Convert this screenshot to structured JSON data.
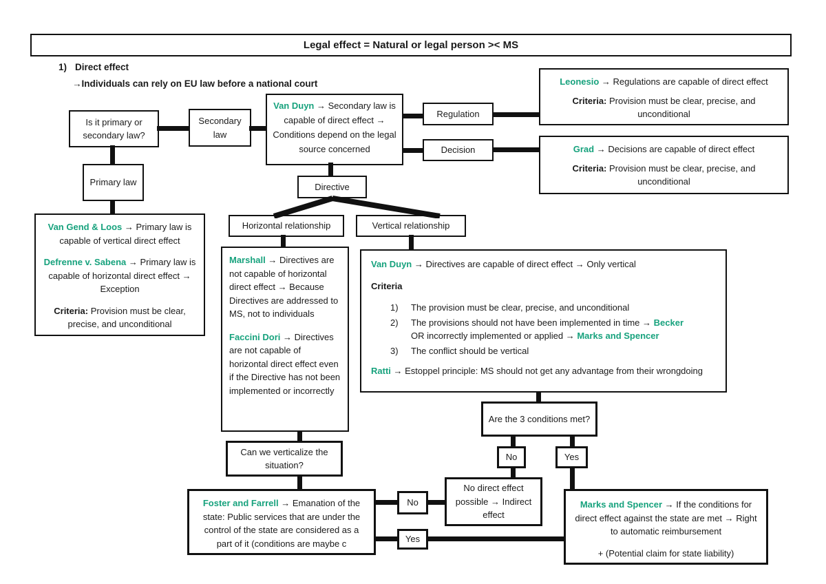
{
  "colors": {
    "accent": "#17a27d",
    "line": "#111111"
  },
  "title": "Legal effect = Natural or legal person >< MS",
  "heading": {
    "number": "1)",
    "label": "Direct effect",
    "subtitle": "→Individuals can rely on EU law before a national court"
  },
  "nodes": {
    "primary_question": "Is it primary or secondary law?",
    "secondary_law": "Secondary law",
    "primary_law": "Primary law",
    "regulation": "Regulation",
    "decision": "Decision",
    "directive": "Directive",
    "horizontal_rel": "Horizontal relationship",
    "vertical_rel": "Vertical relationship",
    "conditions_question": "Are the 3 conditions met?",
    "conditions_no": "No",
    "conditions_yes": "Yes",
    "verticalize_question": "Can we verticalize the situation?",
    "verticalize_no": "No",
    "verticalize_yes": "Yes",
    "no_direct_effect": "No direct effect possible → Indirect effect"
  },
  "van_duyn_secondary": {
    "case": "Van Duyn",
    "text": " → Secondary law is capable of direct effect → Conditions depend on the legal source concerned"
  },
  "leonesio": {
    "case": "Leonesio",
    "text": " → Regulations are capable of direct effect",
    "criteria_label": "Criteria:",
    "criteria_text": " Provision must be clear, precise, and unconditional"
  },
  "grad": {
    "case": "Grad",
    "text": " → Decisions are capable of direct effect",
    "criteria_label": "Criteria:",
    "criteria_text": " Provision must be clear, precise, and unconditional"
  },
  "van_gend": {
    "case1": "Van Gend & Loos",
    "text1": " → Primary law is capable of vertical direct effect",
    "case2": "Defrenne v. Sabena",
    "text2": " → Primary law is capable of horizontal direct effect → Exception",
    "criteria_label": "Criteria:",
    "criteria_text": " Provision must be clear, precise, and unconditional"
  },
  "marshall": {
    "case1": "Marshall",
    "text1": " → Directives are not capable of horizontal direct effect → Because Directives are addressed to MS, not to individuals",
    "case2": "Faccini Dori",
    "text2": " → Directives are not capable of horizontal direct effect even if the Directive has not been implemented or incorrectly"
  },
  "van_duyn_directives": {
    "case": "Van Duyn",
    "text": " → Directives are capable of direct effect → Only vertical",
    "criteria_label": "Criteria",
    "item1_num": "1)",
    "item1": "The provision must be clear, precise, and unconditional",
    "item2_num": "2)",
    "item2_text1": "The provisions should not have been implemented in time → ",
    "item2_case1": "Becker",
    "item2_text2": "OR incorrectly implemented or applied → ",
    "item2_case2": "Marks and Spencer",
    "item3_num": "3)",
    "item3": "The conflict should be vertical",
    "ratti_case": "Ratti",
    "ratti_text": " → Estoppel principle: MS should not get any advantage from their wrongdoing"
  },
  "foster": {
    "case": "Foster and Farrell",
    "text": " → Emanation of the state: Public services that are under the control of the state are considered as a part of it (conditions are maybe c"
  },
  "marks_spencer": {
    "case": "Marks and Spencer",
    "text": " → If the conditions for direct effect against the state are met → Right to automatic reimbursement",
    "extra": "+ (Potential claim for state liability)"
  }
}
